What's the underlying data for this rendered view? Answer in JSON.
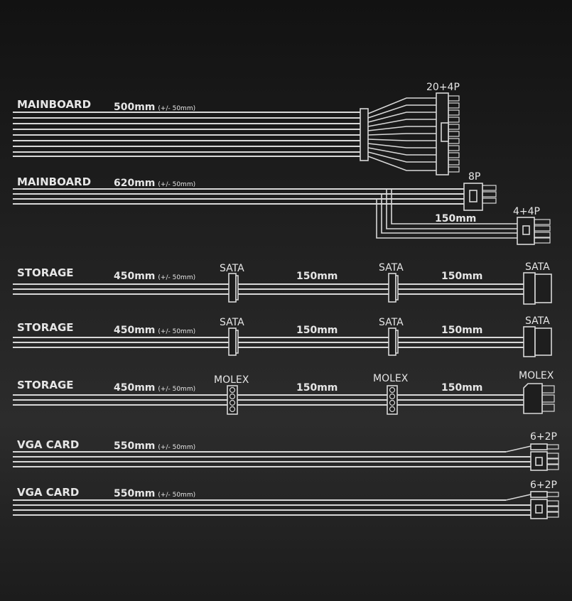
{
  "cables": [
    {
      "category": "MAINBOARD",
      "length": "500mm",
      "tolerance": "(+/- 50mm)",
      "connector": "20+4P"
    },
    {
      "category": "MAINBOARD",
      "length": "620mm",
      "tolerance": "(+/- 50mm)",
      "connector": "8P",
      "branch_length": "150mm",
      "branch_connector": "4+4P"
    },
    {
      "category": "STORAGE",
      "length": "450mm",
      "tolerance": "(+/- 50mm)",
      "connector": "SATA",
      "spacing": "150mm"
    },
    {
      "category": "STORAGE",
      "length": "450mm",
      "tolerance": "(+/- 50mm)",
      "connector": "SATA",
      "spacing": "150mm"
    },
    {
      "category": "STORAGE",
      "length": "450mm",
      "tolerance": "(+/- 50mm)",
      "connector": "MOLEX",
      "spacing": "150mm"
    },
    {
      "category": "VGA CARD",
      "length": "550mm",
      "tolerance": "(+/- 50mm)",
      "connector": "6+2P"
    },
    {
      "category": "VGA CARD",
      "length": "550mm",
      "tolerance": "(+/- 50mm)",
      "connector": "6+2P"
    }
  ],
  "colors": {
    "background": "#1e1e1e",
    "line": "#d8d8d8",
    "text": "#e6e6e6"
  }
}
